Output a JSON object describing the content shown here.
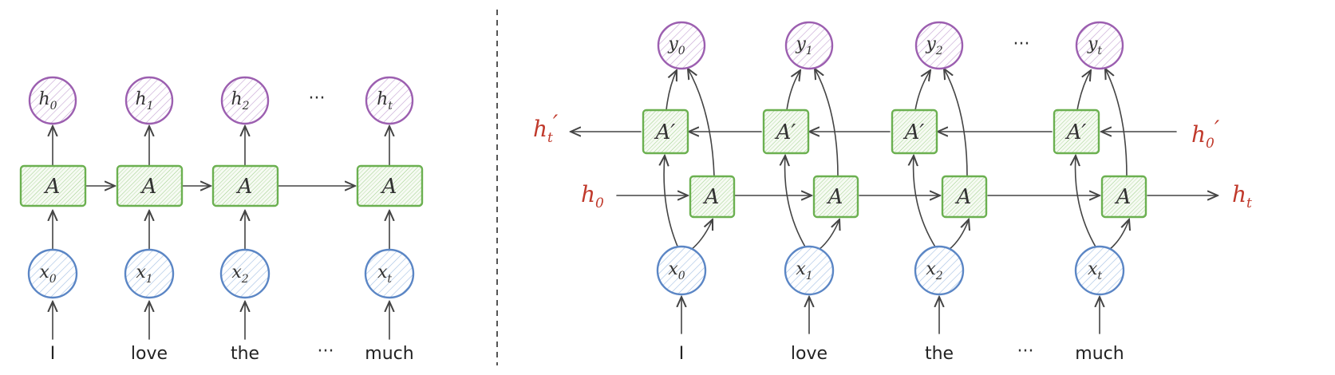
{
  "left": {
    "outputs": [
      {
        "base": "h",
        "sub": "0"
      },
      {
        "base": "h",
        "sub": "1"
      },
      {
        "base": "h",
        "sub": "2"
      },
      {
        "base": "h",
        "sub": "t"
      }
    ],
    "cells": [
      "A",
      "A",
      "A",
      "A"
    ],
    "inputs": [
      {
        "base": "x",
        "sub": "0"
      },
      {
        "base": "x",
        "sub": "1"
      },
      {
        "base": "x",
        "sub": "2"
      },
      {
        "base": "x",
        "sub": "t"
      }
    ],
    "words": [
      "I",
      "love",
      "the",
      "much"
    ],
    "ellipsis": "···"
  },
  "right": {
    "outputs": [
      {
        "base": "y",
        "sub": "0"
      },
      {
        "base": "y",
        "sub": "1"
      },
      {
        "base": "y",
        "sub": "2"
      },
      {
        "base": "y",
        "sub": "t"
      }
    ],
    "backward_cells": [
      "A′",
      "A′",
      "A′",
      "A′"
    ],
    "forward_cells": [
      "A",
      "A",
      "A",
      "A"
    ],
    "inputs": [
      {
        "base": "x",
        "sub": "0"
      },
      {
        "base": "x",
        "sub": "1"
      },
      {
        "base": "x",
        "sub": "2"
      },
      {
        "base": "x",
        "sub": "t"
      }
    ],
    "words": [
      "I",
      "love",
      "the",
      "much"
    ],
    "ellipsis": "···",
    "state_labels": {
      "forward_start": {
        "base": "h",
        "sub": "0",
        "prime": ""
      },
      "forward_end": {
        "base": "h",
        "sub": "t",
        "prime": ""
      },
      "backward_start": {
        "base": "h",
        "sub": "0",
        "prime": "′"
      },
      "backward_end": {
        "base": "h",
        "sub": "t",
        "prime": "′"
      }
    }
  },
  "colors": {
    "output_node": "#9c5fb0",
    "input_node": "#5b86c5",
    "cell": "#6bb050",
    "state_label": "#c0392b"
  }
}
